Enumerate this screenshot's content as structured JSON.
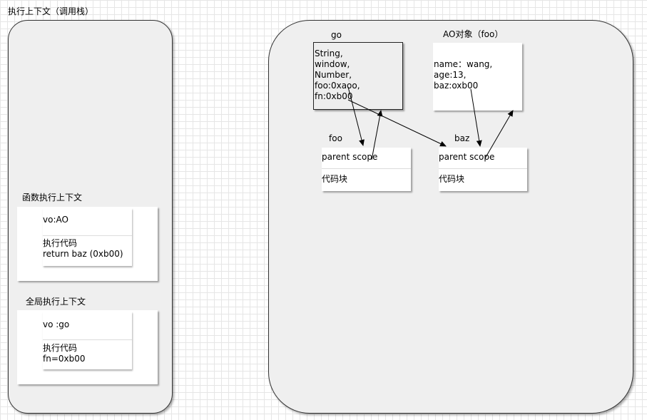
{
  "stack": {
    "title": "执行上下文（调用栈）",
    "function_context": {
      "title": "函数执行上下文",
      "vo": "vo:AO",
      "code": "执行代码\nreturn baz (0xb00)"
    },
    "global_context": {
      "title": "全局执行上下文",
      "vo": "vo :go",
      "code": "执行代码\nfn=0xb00"
    }
  },
  "heap": {
    "go": {
      "title": "go",
      "content": "String,\nwindow,\nNumber,\nfoo:0xaoo,\nfn:0xb00"
    },
    "ao": {
      "title": "AO对象（foo）",
      "content": "name：wang,\nage:13,\nbaz:oxb00"
    },
    "foo": {
      "title": "foo",
      "parent_scope": "parent scope",
      "code_block": "代码块"
    },
    "baz": {
      "title": "baz",
      "parent_scope": "parent scope",
      "code_block": "代码块"
    }
  }
}
